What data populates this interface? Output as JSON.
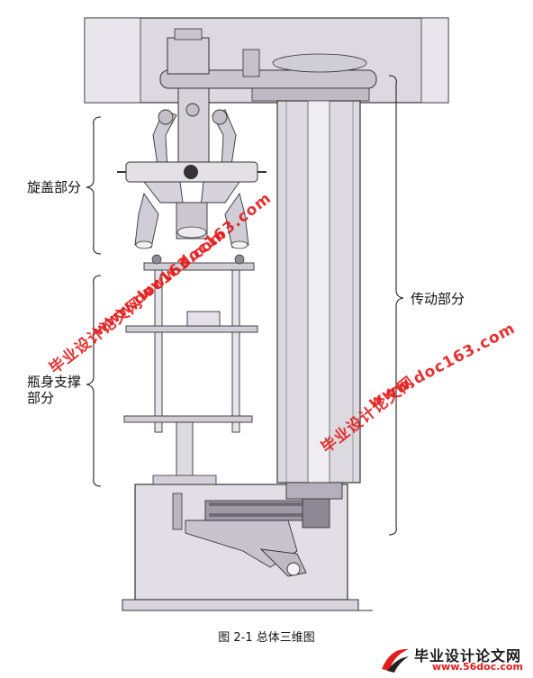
{
  "labels": {
    "capping": "旋盖部分",
    "bottle_support_line1": "瓶身支撑",
    "bottle_support_line2": "部分",
    "transmission": "传动部分"
  },
  "caption": "图 2-1 总体三维图",
  "watermarks": {
    "site_name": "毕业设计论文网",
    "site_url": "www.doc163.com"
  },
  "logo": {
    "title": "毕业设计论文网",
    "url": "www.56doc.com"
  },
  "colors": {
    "watermark": "#e31b1b",
    "frame_fill": "#d9d6de",
    "line": "#333333"
  }
}
